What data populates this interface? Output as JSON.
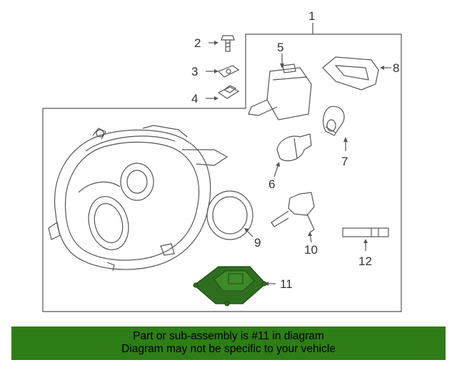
{
  "diagram": {
    "callouts": [
      "1",
      "2",
      "3",
      "4",
      "5",
      "6",
      "7",
      "8",
      "9",
      "10",
      "11",
      "12"
    ]
  },
  "colors": {
    "line": "#555555",
    "highlight_part": "#2f6e1f",
    "banner_bg": "#2e7d17",
    "banner_text": "#000000"
  },
  "banner": {
    "line1": "Part or sub-assembly is #11 in diagram",
    "line2": "Diagram may not be specific to your vehicle"
  }
}
